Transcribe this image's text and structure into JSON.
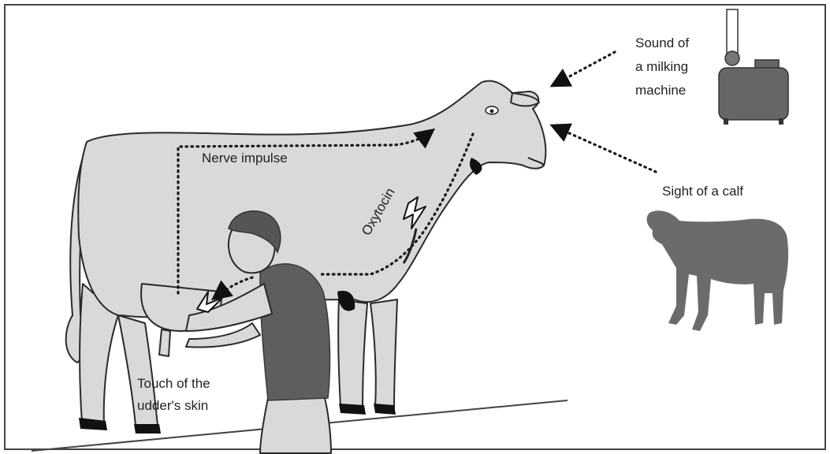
{
  "labels": {
    "nerve_impulse": "Nerve impulse",
    "oxytocin": "Oxytocin",
    "sound_line1": "Sound of",
    "sound_line2": "a milking",
    "sound_line3": "machine",
    "sight_of_calf": "Sight of a calf",
    "touch_line1": "Touch of the",
    "touch_line2": "udder's skin"
  },
  "icons": [
    "cow-illustration",
    "milker-person-illustration",
    "calf-silhouette-icon",
    "milking-machine-icon",
    "lightning-bolt-icon"
  ]
}
